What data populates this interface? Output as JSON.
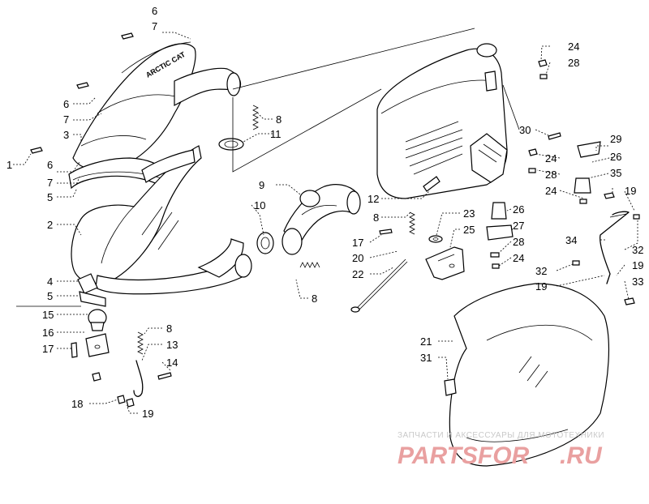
{
  "diagram": {
    "callouts": [
      "1",
      "2",
      "3",
      "4",
      "5",
      "5",
      "6",
      "6",
      "6",
      "7",
      "7",
      "7",
      "8",
      "8",
      "8",
      "8",
      "9",
      "10",
      "11",
      "12",
      "13",
      "14",
      "15",
      "16",
      "17",
      "17",
      "18",
      "19",
      "19",
      "19",
      "19",
      "20",
      "21",
      "22",
      "23",
      "24",
      "24",
      "24",
      "24",
      "25",
      "26",
      "26",
      "27",
      "28",
      "28",
      "28",
      "29",
      "30",
      "31",
      "32",
      "32",
      "33",
      "34",
      "35"
    ],
    "labels": {
      "l1": "1",
      "l2": "2",
      "l3": "3",
      "l4": "4",
      "l5a": "5",
      "l5b": "5",
      "l6a": "6",
      "l6b": "6",
      "l6c": "6",
      "l7a": "7",
      "l7b": "7",
      "l7c": "7",
      "l8a": "8",
      "l8b": "8",
      "l8c": "8",
      "l8d": "8",
      "l9": "9",
      "l10": "10",
      "l11": "11",
      "l12": "12",
      "l13": "13",
      "l14": "14",
      "l15": "15",
      "l16": "16",
      "l17a": "17",
      "l17b": "17",
      "l18": "18",
      "l19a": "19",
      "l19b": "19",
      "l19c": "19",
      "l19d": "19",
      "l20": "20",
      "l21": "21",
      "l22": "22",
      "l23": "23",
      "l24a": "24",
      "l24b": "24",
      "l24c": "24",
      "l24d": "24",
      "l25": "25",
      "l26a": "26",
      "l26b": "26",
      "l27": "27",
      "l28a": "28",
      "l28b": "28",
      "l28c": "28",
      "l29": "29",
      "l30": "30",
      "l31": "31",
      "l32a": "32",
      "l32b": "32",
      "l33": "33",
      "l34": "34",
      "l35": "35"
    },
    "watermark": {
      "tagline": "ЗАПЧАСТИ И АКСЕССУАРЫ ДЛЯ МОТОТЕХНИКИ",
      "logo": "PARTSFOR",
      "domain": ".RU",
      "color": "#e9a0a0"
    }
  }
}
